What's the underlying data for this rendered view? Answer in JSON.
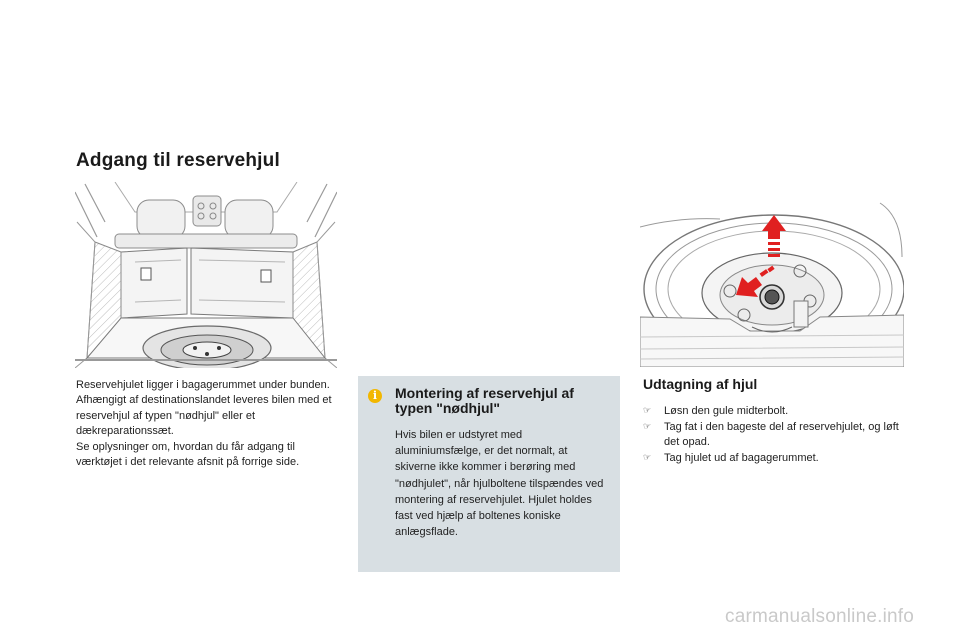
{
  "page": {
    "title": "Adgang til reservehjul"
  },
  "intro": {
    "paragraphs": [
      "Reservehjulet ligger i bagagerummet under bunden.",
      "Afhængigt af destinationslandet leveres bilen med et reservehjul af typen \"nødhjul\" eller et dækreparationssæt.",
      "Se oplysninger om, hvordan du får adgang til værktøjet i det relevante afsnit på forrige side."
    ]
  },
  "info_box": {
    "icon": "info-icon",
    "icon_glyph": "i",
    "title": "Montering af reservehjul af typen \"nødhjul\"",
    "body": "Hvis bilen er udstyret med aluminiumsfælge, er det normalt, at skiverne ikke kommer i berøring med \"nødhjulet\", når hjulboltene tilspændes ved montering af reservehjulet. Hjulet holdes fast ved hjælp af boltenes koniske anlægsflade.",
    "background": "#d8dfe3",
    "icon_color": "#f2b700"
  },
  "removal": {
    "title": "Udtagning af hjul",
    "bullet_glyph": "☞",
    "steps": [
      "Løsn den gule midterbolt.",
      "Tag fat i den bageste del af reservehjulet, og løft det opad.",
      "Tag hjulet ud af bagagerummet."
    ]
  },
  "illustrations": {
    "trunk": "car-trunk-illustration",
    "wheel": "spare-wheel-removal-illustration",
    "arrow_color": "#e02020"
  },
  "footer": {
    "watermark": "carmanualsonline.info"
  }
}
